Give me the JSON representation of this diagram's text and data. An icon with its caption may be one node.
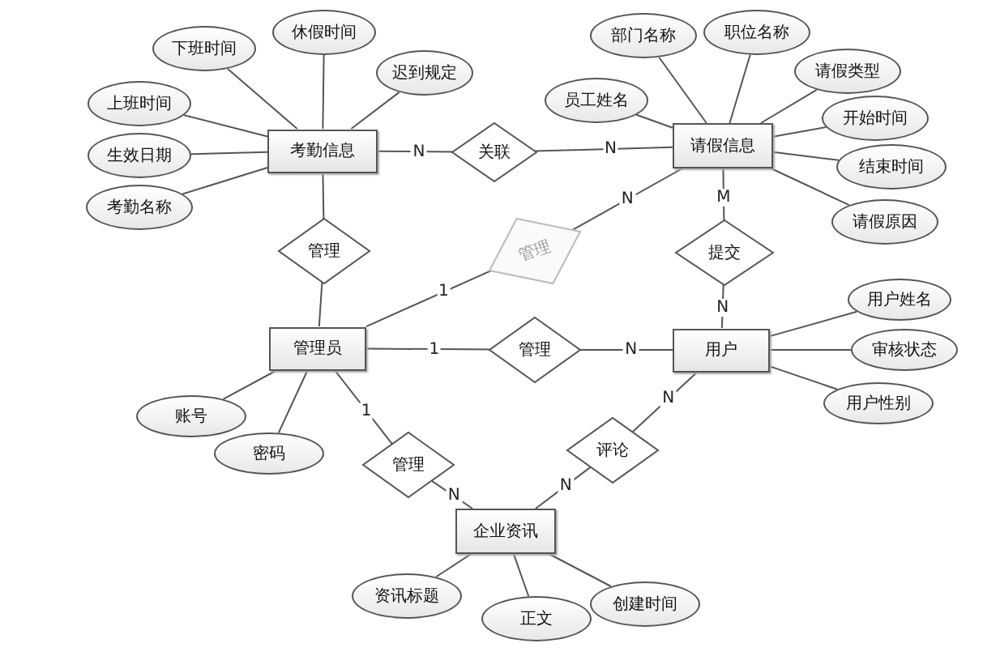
{
  "diagram": {
    "nodes": [
      {
        "text": [
          "下班时间"
        ]
      },
      {
        "text": [
          "休假时间"
        ]
      },
      {
        "text": [
          "部门名称"
        ]
      },
      {
        "text": [
          "职位名称"
        ]
      },
      {
        "text": [
          "迟到规定"
        ]
      },
      {
        "text": [
          "请假类型"
        ]
      },
      {
        "text": [
          "员工姓名"
        ]
      },
      {
        "text": [
          "上班时间"
        ]
      },
      {
        "text": [
          "开始时间"
        ]
      },
      {
        "text": [
          "考勤信息"
        ]
      },
      {
        "text": [
          "关联"
        ]
      },
      {
        "text": [
          "请假信息"
        ]
      },
      {
        "text": [
          "生效日期"
        ]
      },
      {
        "text": [
          "结束时间"
        ]
      },
      {
        "text": [
          "考勤名称"
        ]
      },
      {
        "text": [
          "请假原因"
        ]
      },
      {
        "text": [
          "管理"
        ]
      },
      {
        "text": [
          "管理"
        ]
      },
      {
        "text": [
          "提交"
        ]
      },
      {
        "text": [
          "用户姓名"
        ]
      },
      {
        "text": [
          "管理员"
        ]
      },
      {
        "text": [
          "管理"
        ]
      },
      {
        "text": [
          "用户"
        ]
      },
      {
        "text": [
          "审核状态"
        ]
      },
      {
        "text": [
          "用户性别"
        ]
      },
      {
        "text": [
          "账号"
        ]
      },
      {
        "text": [
          "评论"
        ]
      },
      {
        "text": [
          "密码"
        ]
      },
      {
        "text": [
          "管理"
        ]
      },
      {
        "text": [
          "企业资讯"
        ]
      },
      {
        "text": [
          "资讯标题"
        ]
      },
      {
        "text": [
          "创建时间"
        ]
      },
      {
        "text": [
          "正文"
        ]
      }
    ],
    "edges": [
      {
        "from": 9,
        "to": 0,
        "arrow": "none"
      },
      {
        "from": 9,
        "to": 1,
        "arrow": "none"
      },
      {
        "from": 9,
        "to": 4,
        "arrow": "none"
      },
      {
        "from": 9,
        "to": 7,
        "arrow": "none"
      },
      {
        "from": 9,
        "to": 12,
        "arrow": "none"
      },
      {
        "from": 9,
        "to": 14,
        "arrow": "none"
      },
      {
        "from": 11,
        "to": 2,
        "arrow": "none"
      },
      {
        "from": 11,
        "to": 3,
        "arrow": "none"
      },
      {
        "from": 11,
        "to": 5,
        "arrow": "none"
      },
      {
        "from": 11,
        "to": 6,
        "arrow": "none"
      },
      {
        "from": 11,
        "to": 8,
        "arrow": "none"
      },
      {
        "from": 11,
        "to": 13,
        "arrow": "none"
      },
      {
        "from": 11,
        "to": 15,
        "arrow": "none"
      },
      {
        "from": 9,
        "to": 10,
        "arrow": "none",
        "label": "N"
      },
      {
        "from": 10,
        "to": 11,
        "arrow": "none",
        "label": "N"
      },
      {
        "from": 9,
        "to": 16,
        "arrow": "none"
      },
      {
        "from": 16,
        "to": 20,
        "arrow": "none"
      },
      {
        "from": 20,
        "to": 17,
        "arrow": "none",
        "label": "1"
      },
      {
        "from": 17,
        "to": 11,
        "arrow": "none",
        "label": "N"
      },
      {
        "from": 11,
        "to": 18,
        "arrow": "none",
        "label": "M"
      },
      {
        "from": 18,
        "to": 22,
        "arrow": "none",
        "label": "N"
      },
      {
        "from": 20,
        "to": 21,
        "arrow": "none",
        "label": "1"
      },
      {
        "from": 21,
        "to": 22,
        "arrow": "none",
        "label": "N"
      },
      {
        "from": 20,
        "to": 28,
        "arrow": "none",
        "label": "1"
      },
      {
        "from": 28,
        "to": 29,
        "arrow": "none",
        "label": "N"
      },
      {
        "from": 29,
        "to": 26,
        "arrow": "none",
        "label": "N"
      },
      {
        "from": 26,
        "to": 22,
        "arrow": "none",
        "label": "N"
      },
      {
        "from": 22,
        "to": 19,
        "arrow": "none"
      },
      {
        "from": 22,
        "to": 23,
        "arrow": "none"
      },
      {
        "from": 22,
        "to": 24,
        "arrow": "none"
      },
      {
        "from": 20,
        "to": 25,
        "arrow": "none"
      },
      {
        "from": 20,
        "to": 27,
        "arrow": "none"
      },
      {
        "from": 29,
        "to": 30,
        "arrow": "none"
      },
      {
        "from": 29,
        "to": 32,
        "arrow": "none"
      },
      {
        "from": 29,
        "to": 31,
        "arrow": "none"
      }
    ]
  }
}
